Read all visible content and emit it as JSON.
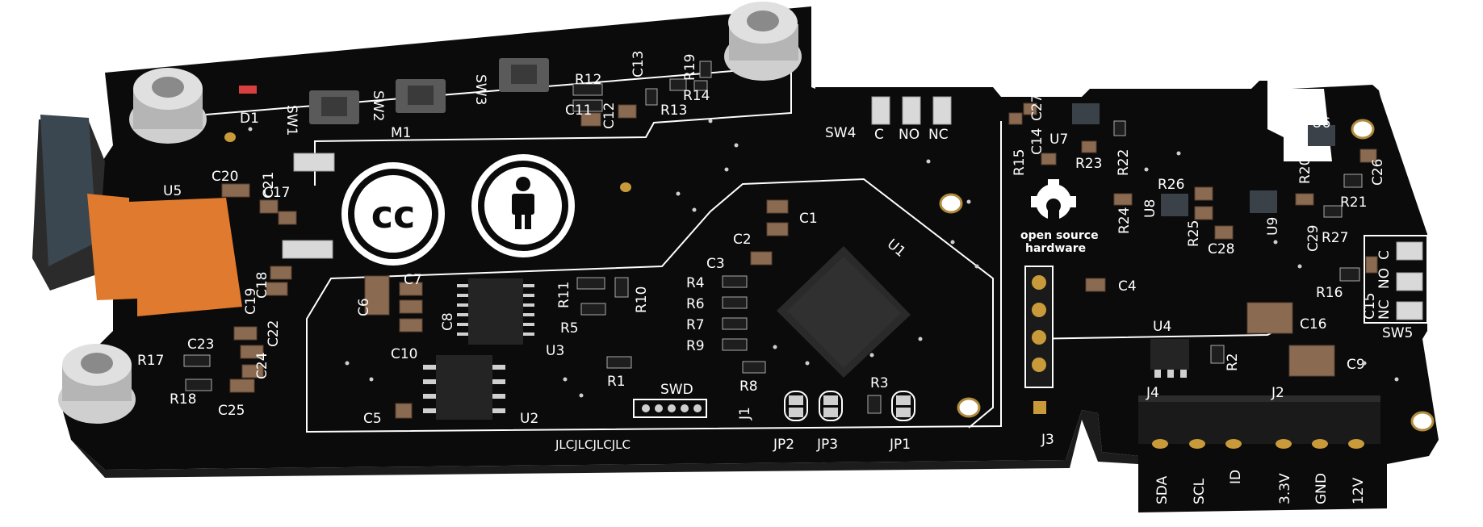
{
  "labels": {
    "d1": "D1",
    "sw1": "SW1",
    "sw2": "SW2",
    "sw3": "SW3",
    "m1": "M1",
    "r12": "R12",
    "c13": "C13",
    "r19": "R19",
    "r14": "R14",
    "c11": "C11",
    "c12": "C12",
    "r13": "R13",
    "sw4": "SW4",
    "sw4_c": "C",
    "sw4_no": "NO",
    "sw4_nc": "NC",
    "r15": "R15",
    "c14": "C14",
    "c27": "C27",
    "u7": "U7",
    "r23": "R23",
    "r22": "R22",
    "u6": "U6",
    "r20": "R20",
    "c26": "C26",
    "r21": "R21",
    "u5": "U5",
    "c20": "C20",
    "c21": "C21",
    "c17": "C17",
    "c19": "C19",
    "c18": "C18",
    "cc": "cc",
    "c1": "C1",
    "c2": "C2",
    "c3": "C3",
    "u1": "U1",
    "r4": "R4",
    "r6": "R6",
    "r7": "R7",
    "r9": "R9",
    "r8": "R8",
    "r3": "R3",
    "osh1": "open source",
    "osh2": "hardware",
    "r26": "R26",
    "u8": "U8",
    "r24": "R24",
    "r25": "R25",
    "c28": "C28",
    "u9": "U9",
    "c29": "C29",
    "r27": "R27",
    "c6": "C6",
    "c7": "C7",
    "c8": "C8",
    "c10": "C10",
    "r11": "R11",
    "r10": "R10",
    "r5": "R5",
    "u3": "U3",
    "c4": "C4",
    "r16": "R16",
    "c15": "C15",
    "sw5_nc": "NC",
    "sw5_no": "NO",
    "sw5_c": "C",
    "sw5": "SW5",
    "c16": "C16",
    "u4": "U4",
    "r2": "R2",
    "c9": "C9",
    "r17": "R17",
    "c23": "C23",
    "c22": "C22",
    "c24": "C24",
    "r18": "R18",
    "c25": "C25",
    "c5": "C5",
    "u2": "U2",
    "r1": "R1",
    "swd": "SWD",
    "j1": "J1",
    "jlc": "JLCJLCJLCJLC",
    "jp2": "JP2",
    "jp3": "JP3",
    "jp1": "JP1",
    "j3": "J3",
    "j4": "J4",
    "j2": "J2",
    "sda": "SDA",
    "scl": "SCL",
    "id": "ID",
    "v33": "3.3V",
    "gnd": "GND",
    "v12": "12V"
  },
  "colors": {
    "board": "#0b0b0b",
    "silkscreen": "#ffffff",
    "flex_cable": "#e07a2e",
    "gold": "#c89a3a",
    "ic": "#242424"
  }
}
